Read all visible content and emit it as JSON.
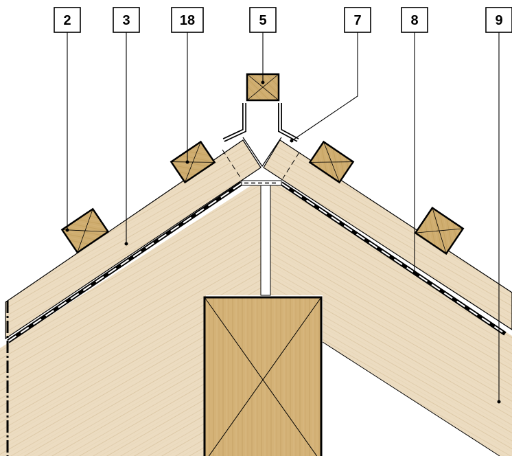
{
  "callouts": [
    {
      "id": "2",
      "label": "2"
    },
    {
      "id": "3",
      "label": "3"
    },
    {
      "id": "18",
      "label": "18"
    },
    {
      "id": "5",
      "label": "5"
    },
    {
      "id": "7",
      "label": "7"
    },
    {
      "id": "8",
      "label": "8"
    },
    {
      "id": "9",
      "label": "9"
    }
  ],
  "colors": {
    "timber_light": "#ead9bd",
    "timber_dark": "#d8bc8c",
    "batten": "#cfae70",
    "post": "#d2b074",
    "line": "#000000"
  }
}
